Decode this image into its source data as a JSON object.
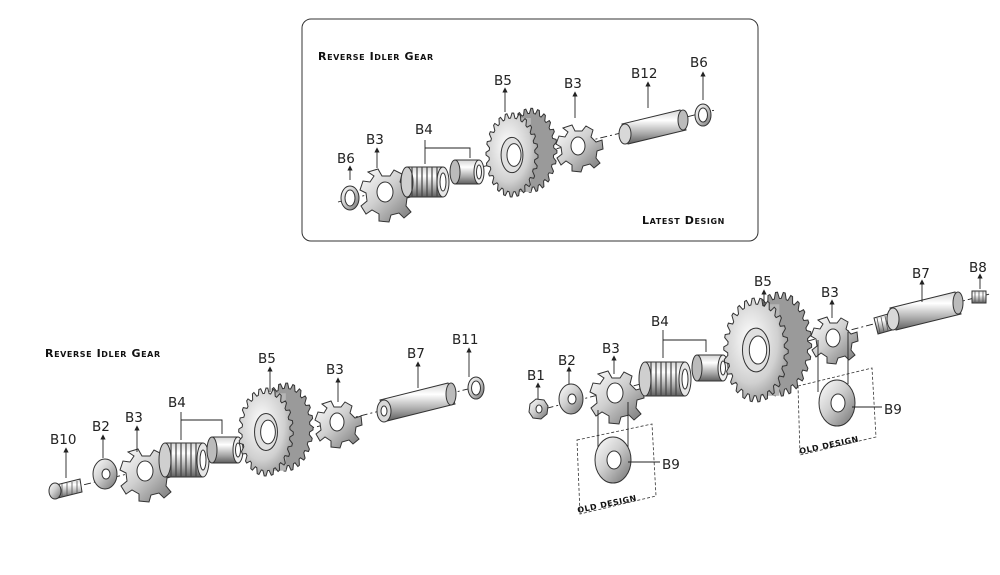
{
  "inset": {
    "title": "Reverse Idler Gear",
    "footer": "Latest Design",
    "labels": {
      "b6_left": "B6",
      "b3_left": "B3",
      "b4": "B4",
      "b5": "B5",
      "b3_right": "B3",
      "b12": "B12",
      "b6_right": "B6"
    }
  },
  "left_assembly": {
    "title": "Reverse Idler Gear",
    "labels": {
      "b10": "B10",
      "b2": "B2",
      "b3_left": "B3",
      "b4": "B4",
      "b5": "B5",
      "b3_right": "B3",
      "b7": "B7",
      "b11": "B11"
    }
  },
  "right_assembly": {
    "labels": {
      "b1": "B1",
      "b2": "B2",
      "b3_left": "B3",
      "b4": "B4",
      "b5": "B5",
      "b3_right": "B3",
      "b7": "B7",
      "b8": "B8",
      "b9_left": "B9",
      "b9_right": "B9"
    },
    "old_design_left": "OLD DESIGN",
    "old_design_right": "OLD DESIGN"
  },
  "colors": {
    "line": "#222222",
    "metal_light": "#f2f2f2",
    "metal_mid": "#b8b8b8",
    "metal_dark": "#6e6e6e"
  },
  "icons": [
    "gear-icon",
    "bearing-icon",
    "thrust-washer-icon",
    "shaft-icon",
    "circlip-icon",
    "bushing-icon",
    "bolt-icon",
    "nut-icon"
  ]
}
